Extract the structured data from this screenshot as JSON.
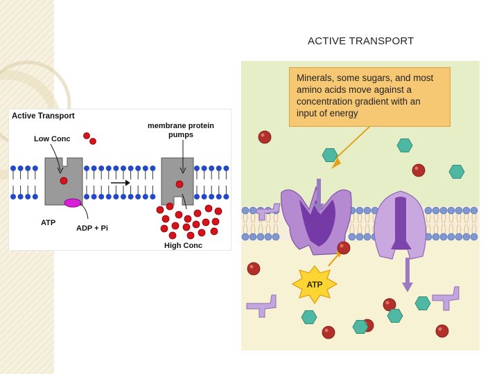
{
  "slide": {
    "title": "ACTIVE TRANSPORT"
  },
  "left_figure": {
    "heading": "Active Transport",
    "low_conc": "Low Conc",
    "high_conc": "High Conc",
    "pumps_label_line1": "membrane protein",
    "pumps_label_line2": "pumps",
    "atp": "ATP",
    "adp_pi": "ADP + Pi"
  },
  "right_figure": {
    "callout_text": "Minerals, some sugars, and most amino acids move against a concentration gradient with an input of energy",
    "atp_burst": "ATP"
  },
  "colors": {
    "molecule_red": "#d4141c",
    "pump_gray": "#9a9a9a",
    "lipid_blue": "#2449c8",
    "protein_purple": "#7e4bb0",
    "hexagon_teal": "#4fb8a2",
    "callout_orange": "#f7c873"
  }
}
